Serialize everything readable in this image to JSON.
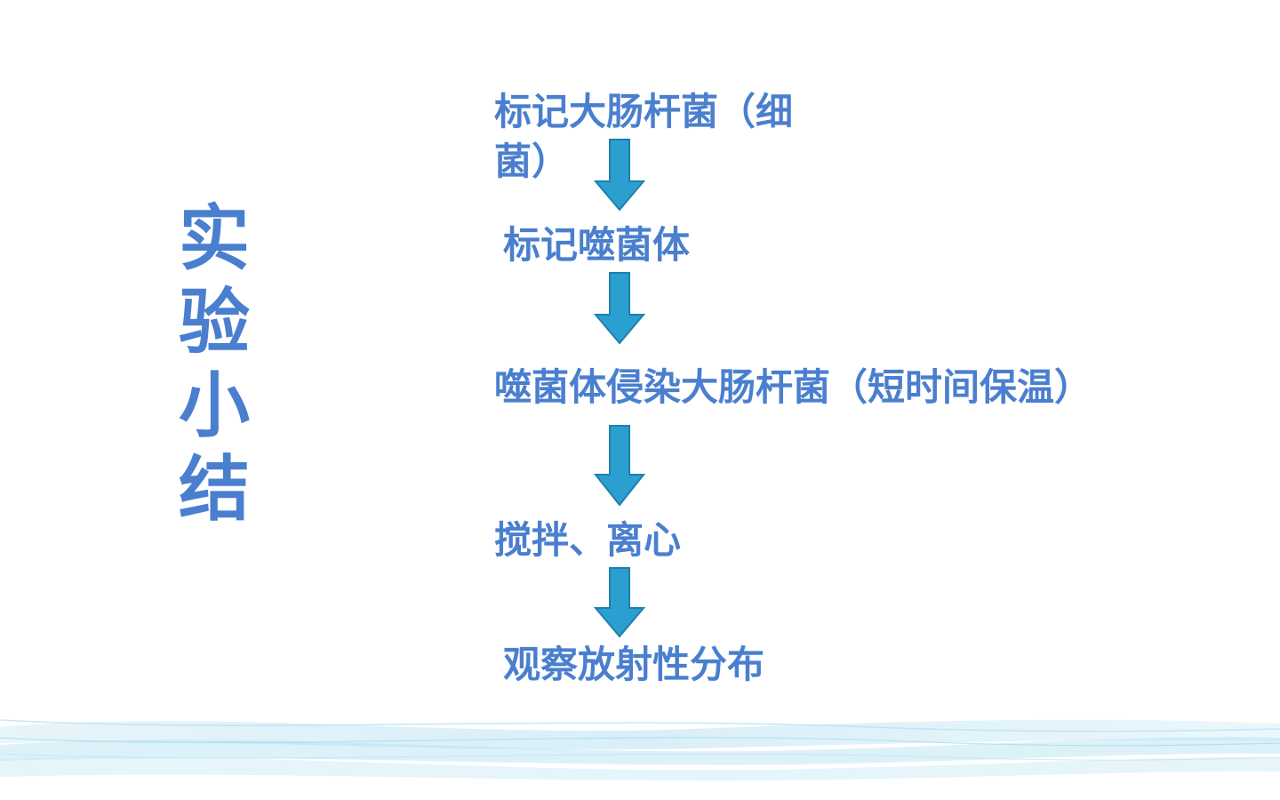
{
  "title": {
    "chars": [
      "实",
      "验",
      "小",
      "结"
    ]
  },
  "flow": {
    "steps": [
      "标记大肠杆菌（细菌）",
      "标记噬菌体",
      "噬菌体侵染大肠杆菌（短时间保温）",
      "搅拌、离心",
      "观察放射性分布"
    ]
  },
  "colors": {
    "text": "#4a7fcf",
    "arrow_fill": "#2b9fd0",
    "arrow_stroke": "#1e7fae",
    "wave": "#9fd6ee"
  }
}
